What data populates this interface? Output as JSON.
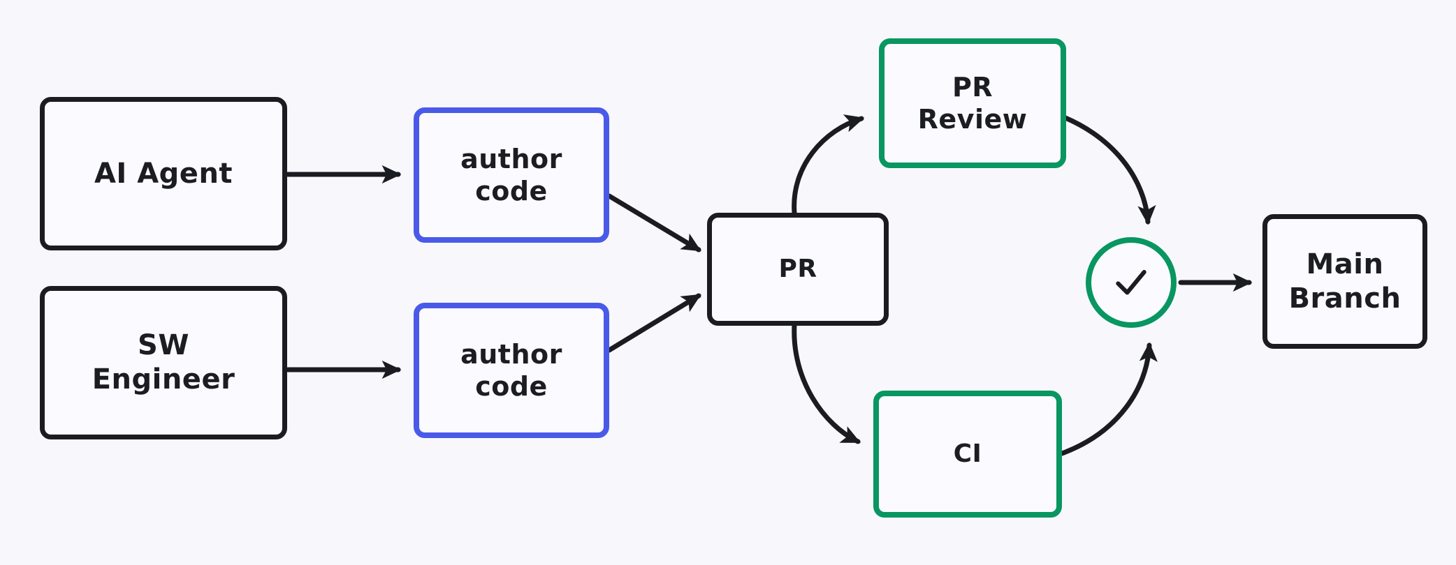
{
  "diagram": {
    "title": "AI Agent and SW Engineer code contribution workflow",
    "background_color": "#f8f7fc",
    "colors": {
      "black": "#1b1b22",
      "blue": "#4a5ae8",
      "green": "#089661",
      "node_fill": "#fbfaff"
    },
    "nodes": [
      {
        "id": "ai-agent",
        "label": "AI Agent",
        "color": "#1b1b22",
        "style": "black"
      },
      {
        "id": "sw-engineer",
        "label": "SW\nEngineer",
        "color": "#1b1b22",
        "style": "black"
      },
      {
        "id": "author-code-1",
        "label": "author\ncode",
        "color": "#4a5ae8",
        "style": "blue"
      },
      {
        "id": "author-code-2",
        "label": "author\ncode",
        "color": "#4a5ae8",
        "style": "blue"
      },
      {
        "id": "pr",
        "label": "PR",
        "color": "#1b1b22",
        "style": "black"
      },
      {
        "id": "pr-review",
        "label": "PR\nReview",
        "color": "#089661",
        "style": "green"
      },
      {
        "id": "ci",
        "label": "CI",
        "color": "#089661",
        "style": "green"
      },
      {
        "id": "check",
        "label": "check-mark",
        "color": "#089661",
        "style": "green-circle"
      },
      {
        "id": "main-branch",
        "label": "Main\nBranch",
        "color": "#1b1b22",
        "style": "black"
      }
    ],
    "edges": [
      {
        "from": "ai-agent",
        "to": "author-code-1",
        "shape": "straight"
      },
      {
        "from": "sw-engineer",
        "to": "author-code-2",
        "shape": "straight"
      },
      {
        "from": "author-code-1",
        "to": "pr",
        "shape": "diagonal"
      },
      {
        "from": "author-code-2",
        "to": "pr",
        "shape": "diagonal"
      },
      {
        "from": "pr",
        "to": "pr-review",
        "shape": "curve"
      },
      {
        "from": "pr",
        "to": "ci",
        "shape": "curve"
      },
      {
        "from": "pr-review",
        "to": "check",
        "shape": "curve"
      },
      {
        "from": "ci",
        "to": "check",
        "shape": "curve"
      },
      {
        "from": "check",
        "to": "main-branch",
        "shape": "straight"
      }
    ]
  }
}
